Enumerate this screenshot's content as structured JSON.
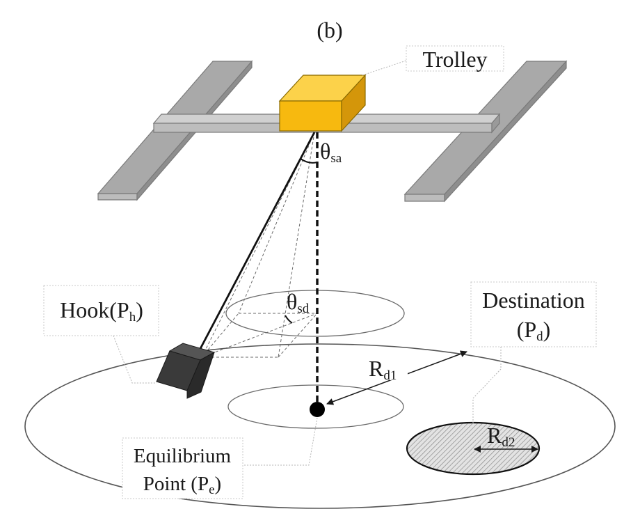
{
  "figure": {
    "panel_label": "(b)"
  },
  "labels": {
    "trolley": "Trolley",
    "theta_sa": {
      "base": "θ",
      "sub": "sa"
    },
    "theta_sd": {
      "base": "θ",
      "sub": "sd"
    },
    "hook": {
      "base": "Hook(P",
      "sub": "h",
      "close": ")"
    },
    "destination_line1": "Destination",
    "destination_line2": {
      "base": "(P",
      "sub": "d",
      "close": ")"
    },
    "r_d1": {
      "base": "R",
      "sub": "d1"
    },
    "r_d2": {
      "base": "R",
      "sub": "d2"
    },
    "equilibrium_line1": "Equilibrium",
    "equilibrium_line2": {
      "base": "Point (P",
      "sub": "e",
      "close": ")"
    }
  },
  "colors": {
    "trolley_front": "#f7b90f",
    "trolley_top": "#fcd24a",
    "trolley_side": "#d4960a",
    "rail": "#a6a6a6",
    "rail_dark": "#7f7f7f",
    "hook": "#3a3a3a",
    "line": "#1a1a1a",
    "callout_border": "#c8c8c8"
  }
}
